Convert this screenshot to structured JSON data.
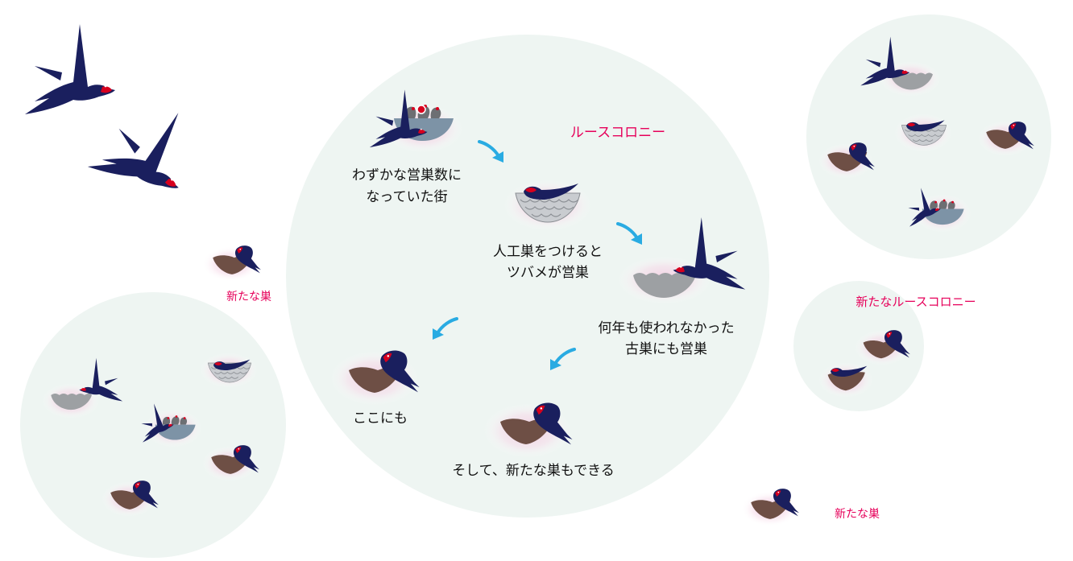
{
  "labels": {
    "loose_colony": "ルースコロニー",
    "few_nests_line1": "わずかな営巣数に",
    "few_nests_line2": "なっていた街",
    "artificial_line1": "人工巣をつけると",
    "artificial_line2": "ツバメが営巣",
    "old_nest_line1": "何年も使われなかった",
    "old_nest_line2": "古巣にも営巣",
    "here_too": "ここにも",
    "new_nests_too": "そして、新たな巣もできる",
    "new_loose_colony": "新たなルースコロニー",
    "new_nest_left": "新たな巣",
    "new_nest_right": "新たな巣"
  },
  "colors": {
    "colony_bg": "#eef5f2",
    "accent_pink": "#e6005a",
    "arrow_blue": "#29abe2",
    "swallow_navy": "#1a1f5e",
    "mud_nest": "#6e4f45",
    "artificial_nest": "#9da0a3",
    "artificial_nest_blue": "#7d93a6",
    "throat_red": "#d7001e",
    "text_dark": "#111111"
  },
  "icons": {
    "swallow": "swallow-icon",
    "mud_nest": "mud-nest-icon",
    "artificial_nest": "artificial-nest-icon",
    "arrow": "curved-arrow-icon"
  }
}
